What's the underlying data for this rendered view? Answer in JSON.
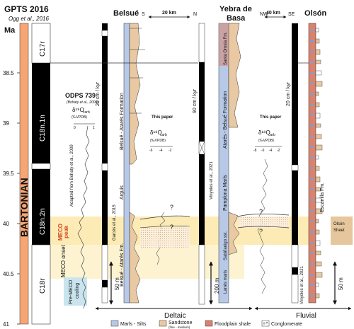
{
  "header": {
    "gpts_title": "GPTS 2016",
    "gpts_subtitle": "Ogg et al., 2016",
    "ma_label": "Ma",
    "section1": "Belsué",
    "section2_line1": "Yebra de",
    "section2_line2": "Basa",
    "section3": "Olsón",
    "dir_s": "S",
    "dir_n": "N",
    "dir_nw": "NW",
    "dir_se": "SE",
    "dist1": "20 km",
    "dist2": "40 km"
  },
  "age_ticks": [
    "38.5",
    "39",
    "39.5",
    "40",
    "40.5",
    "41"
  ],
  "stage": "BARTONIAN",
  "chrons": [
    "C17r",
    "C18n.1n",
    "C18n.2n",
    "C18r"
  ],
  "events": {
    "meco_peak_l1": "MECO",
    "meco_peak_l2": "peak",
    "meco_onset": "MECO onset",
    "pre_meco_l1": "Pre-MECO",
    "pre_meco_l2": "cooling"
  },
  "odp": {
    "title": "ODPS 739",
    "ref": "(Bohaty et al., 2009)",
    "axis_title": "δ¹⁸O",
    "axis_sub": "carb",
    "axis_unit": "(‰VPDB)",
    "ticks": [
      "0",
      "1"
    ],
    "adapted": "Adapted from Bohaty et al., 2009"
  },
  "this_paper": {
    "label": "This paper",
    "axis_title": "δ¹⁸O",
    "axis_sub": "carb",
    "axis_unit": "(‰VPDB)",
    "ticks_belsue": [
      "-6",
      "-4",
      "-2"
    ],
    "ticks_yebra": [
      "-8",
      "-6",
      "-4",
      "-2"
    ]
  },
  "rates": {
    "belsue": "20 cm / kyr",
    "yebra": "90 cm / kyr",
    "olson": "20 cm / kyr"
  },
  "refs": {
    "garces": "Garcés et al., 2015",
    "vinyoles_a": "Vinyoles et al., 2021",
    "vinyoles_b": "Vinyoles et al., 2021"
  },
  "formations": {
    "belsue_upper": "Belsué - Atarés Formation",
    "arguis": "Arguis",
    "belsue_lower": "Belsué - Atarés Fm.",
    "santa_orosia": "Santa Orosia Fm.",
    "yebra_upper": "Atarés - Belsué Formation",
    "pamplona": "Pamplona Marls",
    "sabinanigo": "Sabiñanigo sst.",
    "larres": "Larrés marls",
    "escanilla": "Escanilla Fm.",
    "olson_sheet_l1": "Olsón",
    "olson_sheet_l2": "Sheet"
  },
  "scale_bars": {
    "belsue": "50 m",
    "yebra": "200 m",
    "olson": "50 m"
  },
  "question": "?",
  "settings": {
    "deltaic": "Deltaic",
    "fluvial": "Fluvial"
  },
  "legend": [
    {
      "label": "Marls - Silts",
      "sub": "",
      "color": "#b7c9e6"
    },
    {
      "label": "Sandstone",
      "sub": "(fine - medium)",
      "color": "#e9c9a3"
    },
    {
      "label": "Floodplain shale",
      "sub": "",
      "color": "#d9826e"
    },
    {
      "label": "Conglomerate",
      "sub": "",
      "color": "#ffffff"
    }
  ],
  "colors": {
    "stage": "#f6a674",
    "meco_band": "#fde8a8",
    "meco_onset_band": "#fdf1c9",
    "pre_meco": "#c9e4ee",
    "olson_sheet": "#e6c79d",
    "meco_text": "#d2451e"
  }
}
